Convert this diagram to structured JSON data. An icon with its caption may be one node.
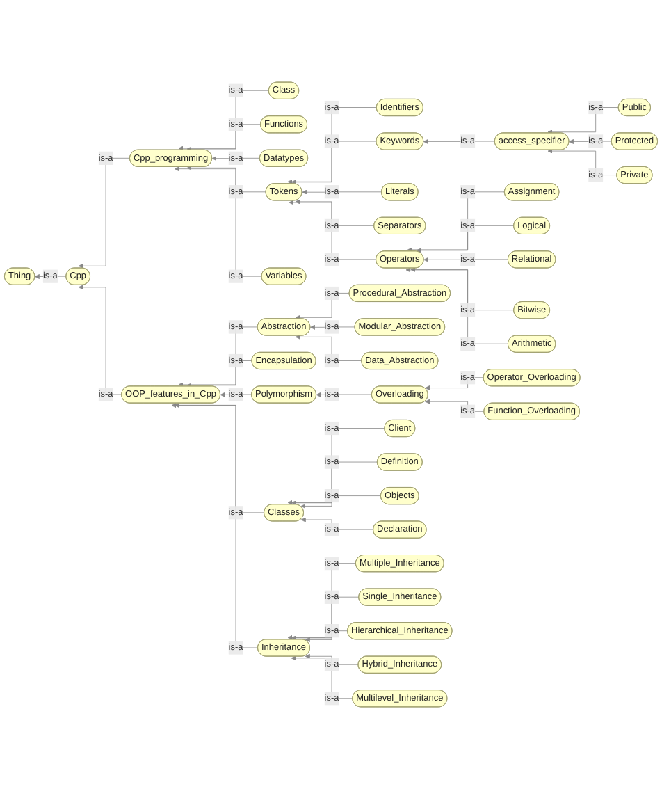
{
  "diagram": {
    "nodes": [
      {
        "text": [
          "Thing"
        ]
      },
      {
        "text": [
          "Cpp"
        ]
      },
      {
        "text": [
          "Cpp_programming"
        ]
      },
      {
        "text": [
          "Class"
        ]
      },
      {
        "text": [
          "Functions"
        ]
      },
      {
        "text": [
          "Datatypes"
        ]
      },
      {
        "text": [
          "Tokens"
        ]
      },
      {
        "text": [
          "Variables"
        ]
      },
      {
        "text": [
          "Identifiers"
        ]
      },
      {
        "text": [
          "Keywords"
        ]
      },
      {
        "text": [
          "Literals"
        ]
      },
      {
        "text": [
          "Separators"
        ]
      },
      {
        "text": [
          "Operators"
        ]
      },
      {
        "text": [
          "access_specifier"
        ]
      },
      {
        "text": [
          "Public"
        ]
      },
      {
        "text": [
          "Protected"
        ]
      },
      {
        "text": [
          "Private"
        ]
      },
      {
        "text": [
          "Assignment"
        ]
      },
      {
        "text": [
          "Logical"
        ]
      },
      {
        "text": [
          "Relational"
        ]
      },
      {
        "text": [
          "Bitwise"
        ]
      },
      {
        "text": [
          "Arithmetic"
        ]
      },
      {
        "text": [
          "OOP_features_in_Cpp"
        ]
      },
      {
        "text": [
          "Abstraction"
        ]
      },
      {
        "text": [
          "Encapsulation"
        ]
      },
      {
        "text": [
          "Polymorphism"
        ]
      },
      {
        "text": [
          "Classes"
        ]
      },
      {
        "text": [
          "Inheritance"
        ]
      },
      {
        "text": [
          "Procedural_Abstraction"
        ]
      },
      {
        "text": [
          "Modular_Abstraction"
        ]
      },
      {
        "text": [
          "Data_Abstraction"
        ]
      },
      {
        "text": [
          "Overloading"
        ]
      },
      {
        "text": [
          "Operator_Overloading"
        ]
      },
      {
        "text": [
          "Function_Overloading"
        ]
      },
      {
        "text": [
          "Client"
        ]
      },
      {
        "text": [
          "Definition"
        ]
      },
      {
        "text": [
          "Objects"
        ]
      },
      {
        "text": [
          "Declaration"
        ]
      },
      {
        "text": [
          "Multiple_Inheritance"
        ]
      },
      {
        "text": [
          "Single_Inheritance"
        ]
      },
      {
        "text": [
          "Hierarchical_Inheritance"
        ]
      },
      {
        "text": [
          "Hybrid_Inheritance"
        ]
      },
      {
        "text": [
          "Multilevel_Inheritance"
        ]
      }
    ],
    "edges": [
      {
        "from": 1,
        "to": 0,
        "arrow": "to",
        "label": "is-a"
      },
      {
        "from": 2,
        "to": 1,
        "arrow": "to",
        "label": "is-a"
      },
      {
        "from": 22,
        "to": 1,
        "arrow": "to",
        "label": "is-a"
      },
      {
        "from": 3,
        "to": 2,
        "arrow": "to",
        "label": "is-a"
      },
      {
        "from": 4,
        "to": 2,
        "arrow": "to",
        "label": "is-a"
      },
      {
        "from": 5,
        "to": 2,
        "arrow": "to",
        "label": "is-a"
      },
      {
        "from": 6,
        "to": 2,
        "arrow": "to",
        "label": "is-a"
      },
      {
        "from": 7,
        "to": 2,
        "arrow": "to",
        "label": "is-a"
      },
      {
        "from": 8,
        "to": 6,
        "arrow": "to",
        "label": "is-a"
      },
      {
        "from": 9,
        "to": 6,
        "arrow": "to",
        "label": "is-a"
      },
      {
        "from": 10,
        "to": 6,
        "arrow": "to",
        "label": "is-a"
      },
      {
        "from": 11,
        "to": 6,
        "arrow": "to",
        "label": "is-a"
      },
      {
        "from": 12,
        "to": 6,
        "arrow": "to",
        "label": "is-a"
      },
      {
        "from": 13,
        "to": 9,
        "arrow": "to",
        "label": "is-a"
      },
      {
        "from": 14,
        "to": 13,
        "arrow": "to",
        "label": "is-a"
      },
      {
        "from": 15,
        "to": 13,
        "arrow": "to",
        "label": "is-a"
      },
      {
        "from": 16,
        "to": 13,
        "arrow": "to",
        "label": "is-a"
      },
      {
        "from": 17,
        "to": 12,
        "arrow": "to",
        "label": "is-a"
      },
      {
        "from": 18,
        "to": 12,
        "arrow": "to",
        "label": "is-a"
      },
      {
        "from": 19,
        "to": 12,
        "arrow": "to",
        "label": "is-a"
      },
      {
        "from": 20,
        "to": 12,
        "arrow": "to",
        "label": "is-a"
      },
      {
        "from": 21,
        "to": 12,
        "arrow": "to",
        "label": "is-a"
      },
      {
        "from": 23,
        "to": 22,
        "arrow": "to",
        "label": "is-a"
      },
      {
        "from": 24,
        "to": 22,
        "arrow": "to",
        "label": "is-a"
      },
      {
        "from": 25,
        "to": 22,
        "arrow": "to",
        "label": "is-a"
      },
      {
        "from": 26,
        "to": 22,
        "arrow": "to",
        "label": "is-a"
      },
      {
        "from": 27,
        "to": 22,
        "arrow": "to",
        "label": "is-a"
      },
      {
        "from": 28,
        "to": 23,
        "arrow": "to",
        "label": "is-a"
      },
      {
        "from": 29,
        "to": 23,
        "arrow": "to",
        "label": "is-a"
      },
      {
        "from": 30,
        "to": 23,
        "arrow": "to",
        "label": "is-a"
      },
      {
        "from": 31,
        "to": 25,
        "arrow": "to",
        "label": "is-a"
      },
      {
        "from": 32,
        "to": 31,
        "arrow": "to",
        "label": "is-a"
      },
      {
        "from": 33,
        "to": 31,
        "arrow": "to",
        "label": "is-a"
      },
      {
        "from": 34,
        "to": 26,
        "arrow": "to",
        "label": "is-a"
      },
      {
        "from": 35,
        "to": 26,
        "arrow": "to",
        "label": "is-a"
      },
      {
        "from": 36,
        "to": 26,
        "arrow": "to",
        "label": "is-a"
      },
      {
        "from": 37,
        "to": 26,
        "arrow": "to",
        "label": "is-a"
      },
      {
        "from": 38,
        "to": 27,
        "arrow": "to",
        "label": "is-a"
      },
      {
        "from": 39,
        "to": 27,
        "arrow": "to",
        "label": "is-a"
      },
      {
        "from": 40,
        "to": 27,
        "arrow": "to",
        "label": "is-a"
      },
      {
        "from": 41,
        "to": 27,
        "arrow": "to",
        "label": "is-a"
      },
      {
        "from": 42,
        "to": 27,
        "arrow": "to",
        "label": "is-a"
      }
    ]
  }
}
